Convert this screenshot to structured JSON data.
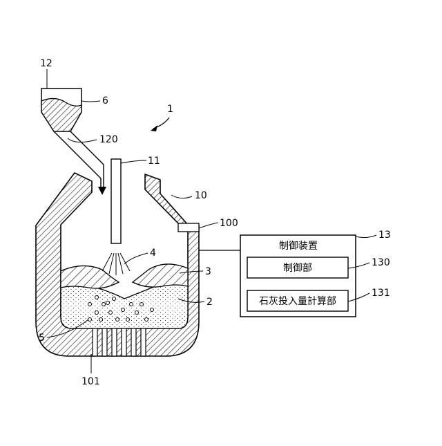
{
  "labels": {
    "l1": "1",
    "l2": "2",
    "l3": "3",
    "l4": "4",
    "l5": "5",
    "l6": "6",
    "l10": "10",
    "l11": "11",
    "l12": "12",
    "l13": "13",
    "l100": "100",
    "l101": "101",
    "l120": "120",
    "l130": "130",
    "l131": "131"
  },
  "control_box": {
    "title": "制御装置",
    "control_unit": "制御部",
    "lime_calc_unit": "石灰投入量計算部"
  }
}
